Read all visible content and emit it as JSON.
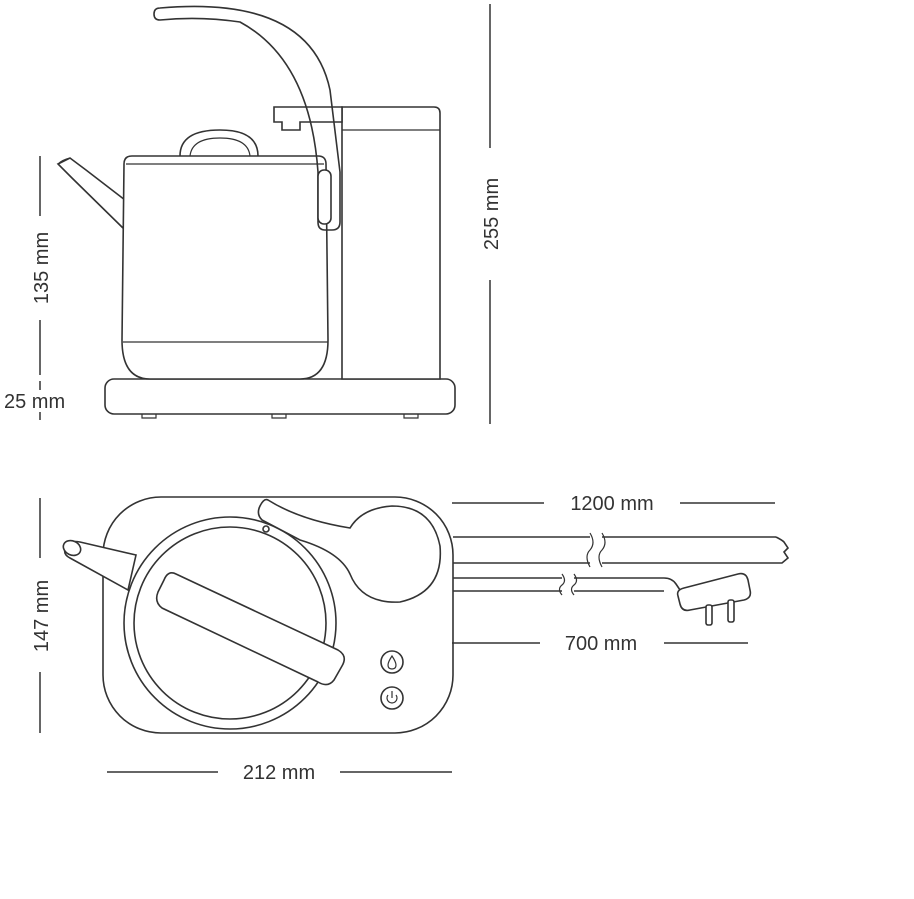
{
  "dimensions": {
    "total_height": "255 mm",
    "kettle_height": "135 mm",
    "base_height": "25 mm",
    "top_depth": "147 mm",
    "top_width": "212 mm",
    "hose_length": "1200 mm",
    "cord_length": "700 mm"
  },
  "icons": {
    "water_button": "water-drop-icon",
    "power_button": "power-icon"
  },
  "colors": {
    "line": "#333333",
    "background": "#ffffff"
  }
}
